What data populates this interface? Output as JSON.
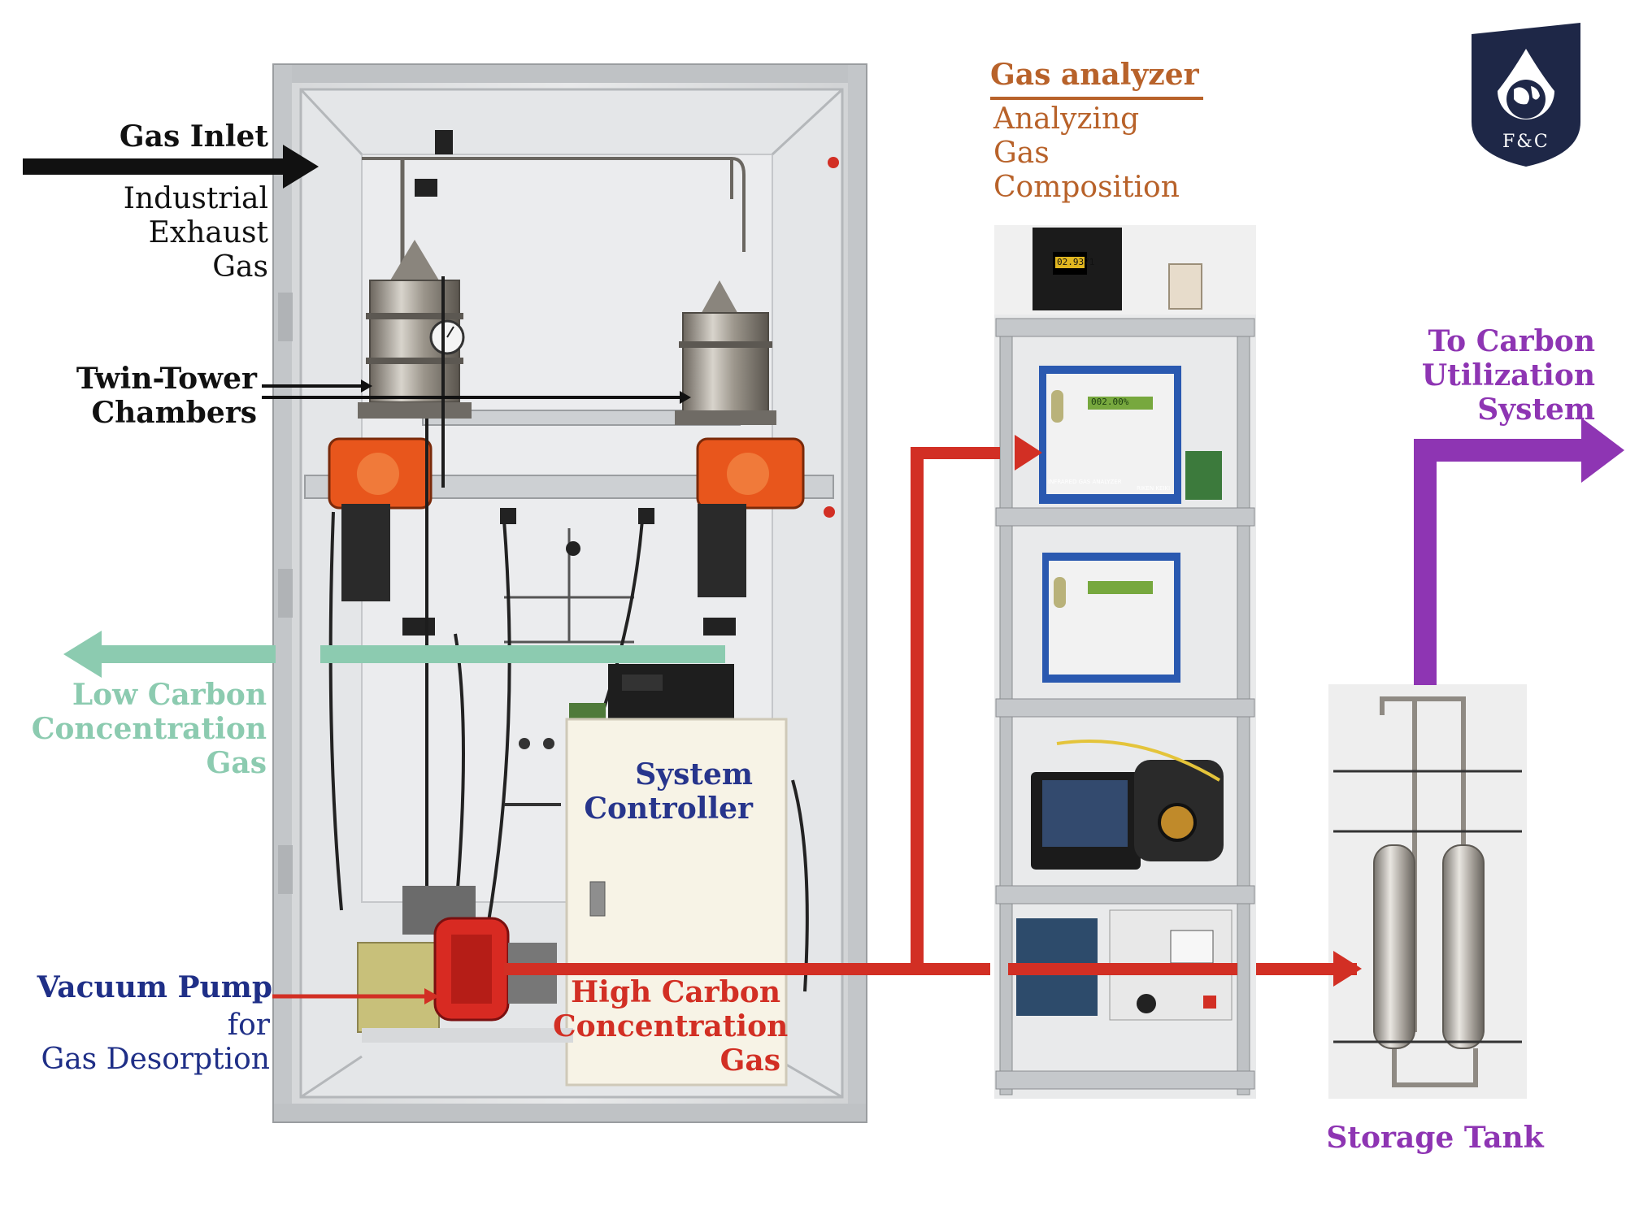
{
  "logo": {
    "text": "F&C",
    "colors": {
      "shield": "#1e2747",
      "emblem": "#ffffff"
    }
  },
  "labels": {
    "gas_inlet": {
      "title": "Gas Inlet",
      "desc": "Industrial\nExhaust\nGas"
    },
    "twin_tower": "Twin-Tower\nChambers",
    "low_carbon": "Low Carbon\nConcentration\nGas",
    "vacuum_pump": {
      "title": "Vacuum Pump",
      "desc": "for\nGas Desorption"
    },
    "system_controller": "System\nController",
    "high_carbon": "High Carbon\nConcentration\nGas",
    "gas_analyzer": {
      "title": "Gas analyzer",
      "desc": "Analyzing\nGas\nComposition"
    },
    "to_carbon": "To Carbon\nUtilization\nSystem",
    "storage_tank": "Storage Tank"
  },
  "equipment_panels": {
    "analyzer_display_1": "02.9371",
    "analyzer_display_2": "002.00%",
    "analyzer_unit_label": "INFRARED GAS ANALYZER",
    "analyzer_brand": "RIKEN KEIKI"
  },
  "colors": {
    "inlet": "#111111",
    "low_carbon": "#8ccbb0",
    "high_carbon": "#d22f24",
    "analyzer_text": "#b8622a",
    "to_carbon": "#8e35b3",
    "controller_text": "#27358c",
    "vacuum_text": "#1f2f87",
    "cabinet_frame": "#c9cbcd",
    "cabinet_inner": "#dfe1e3",
    "orange_actuator": "#e8561c",
    "steel": "#a7a29a",
    "analyzer_panel": "#2a59b0"
  }
}
